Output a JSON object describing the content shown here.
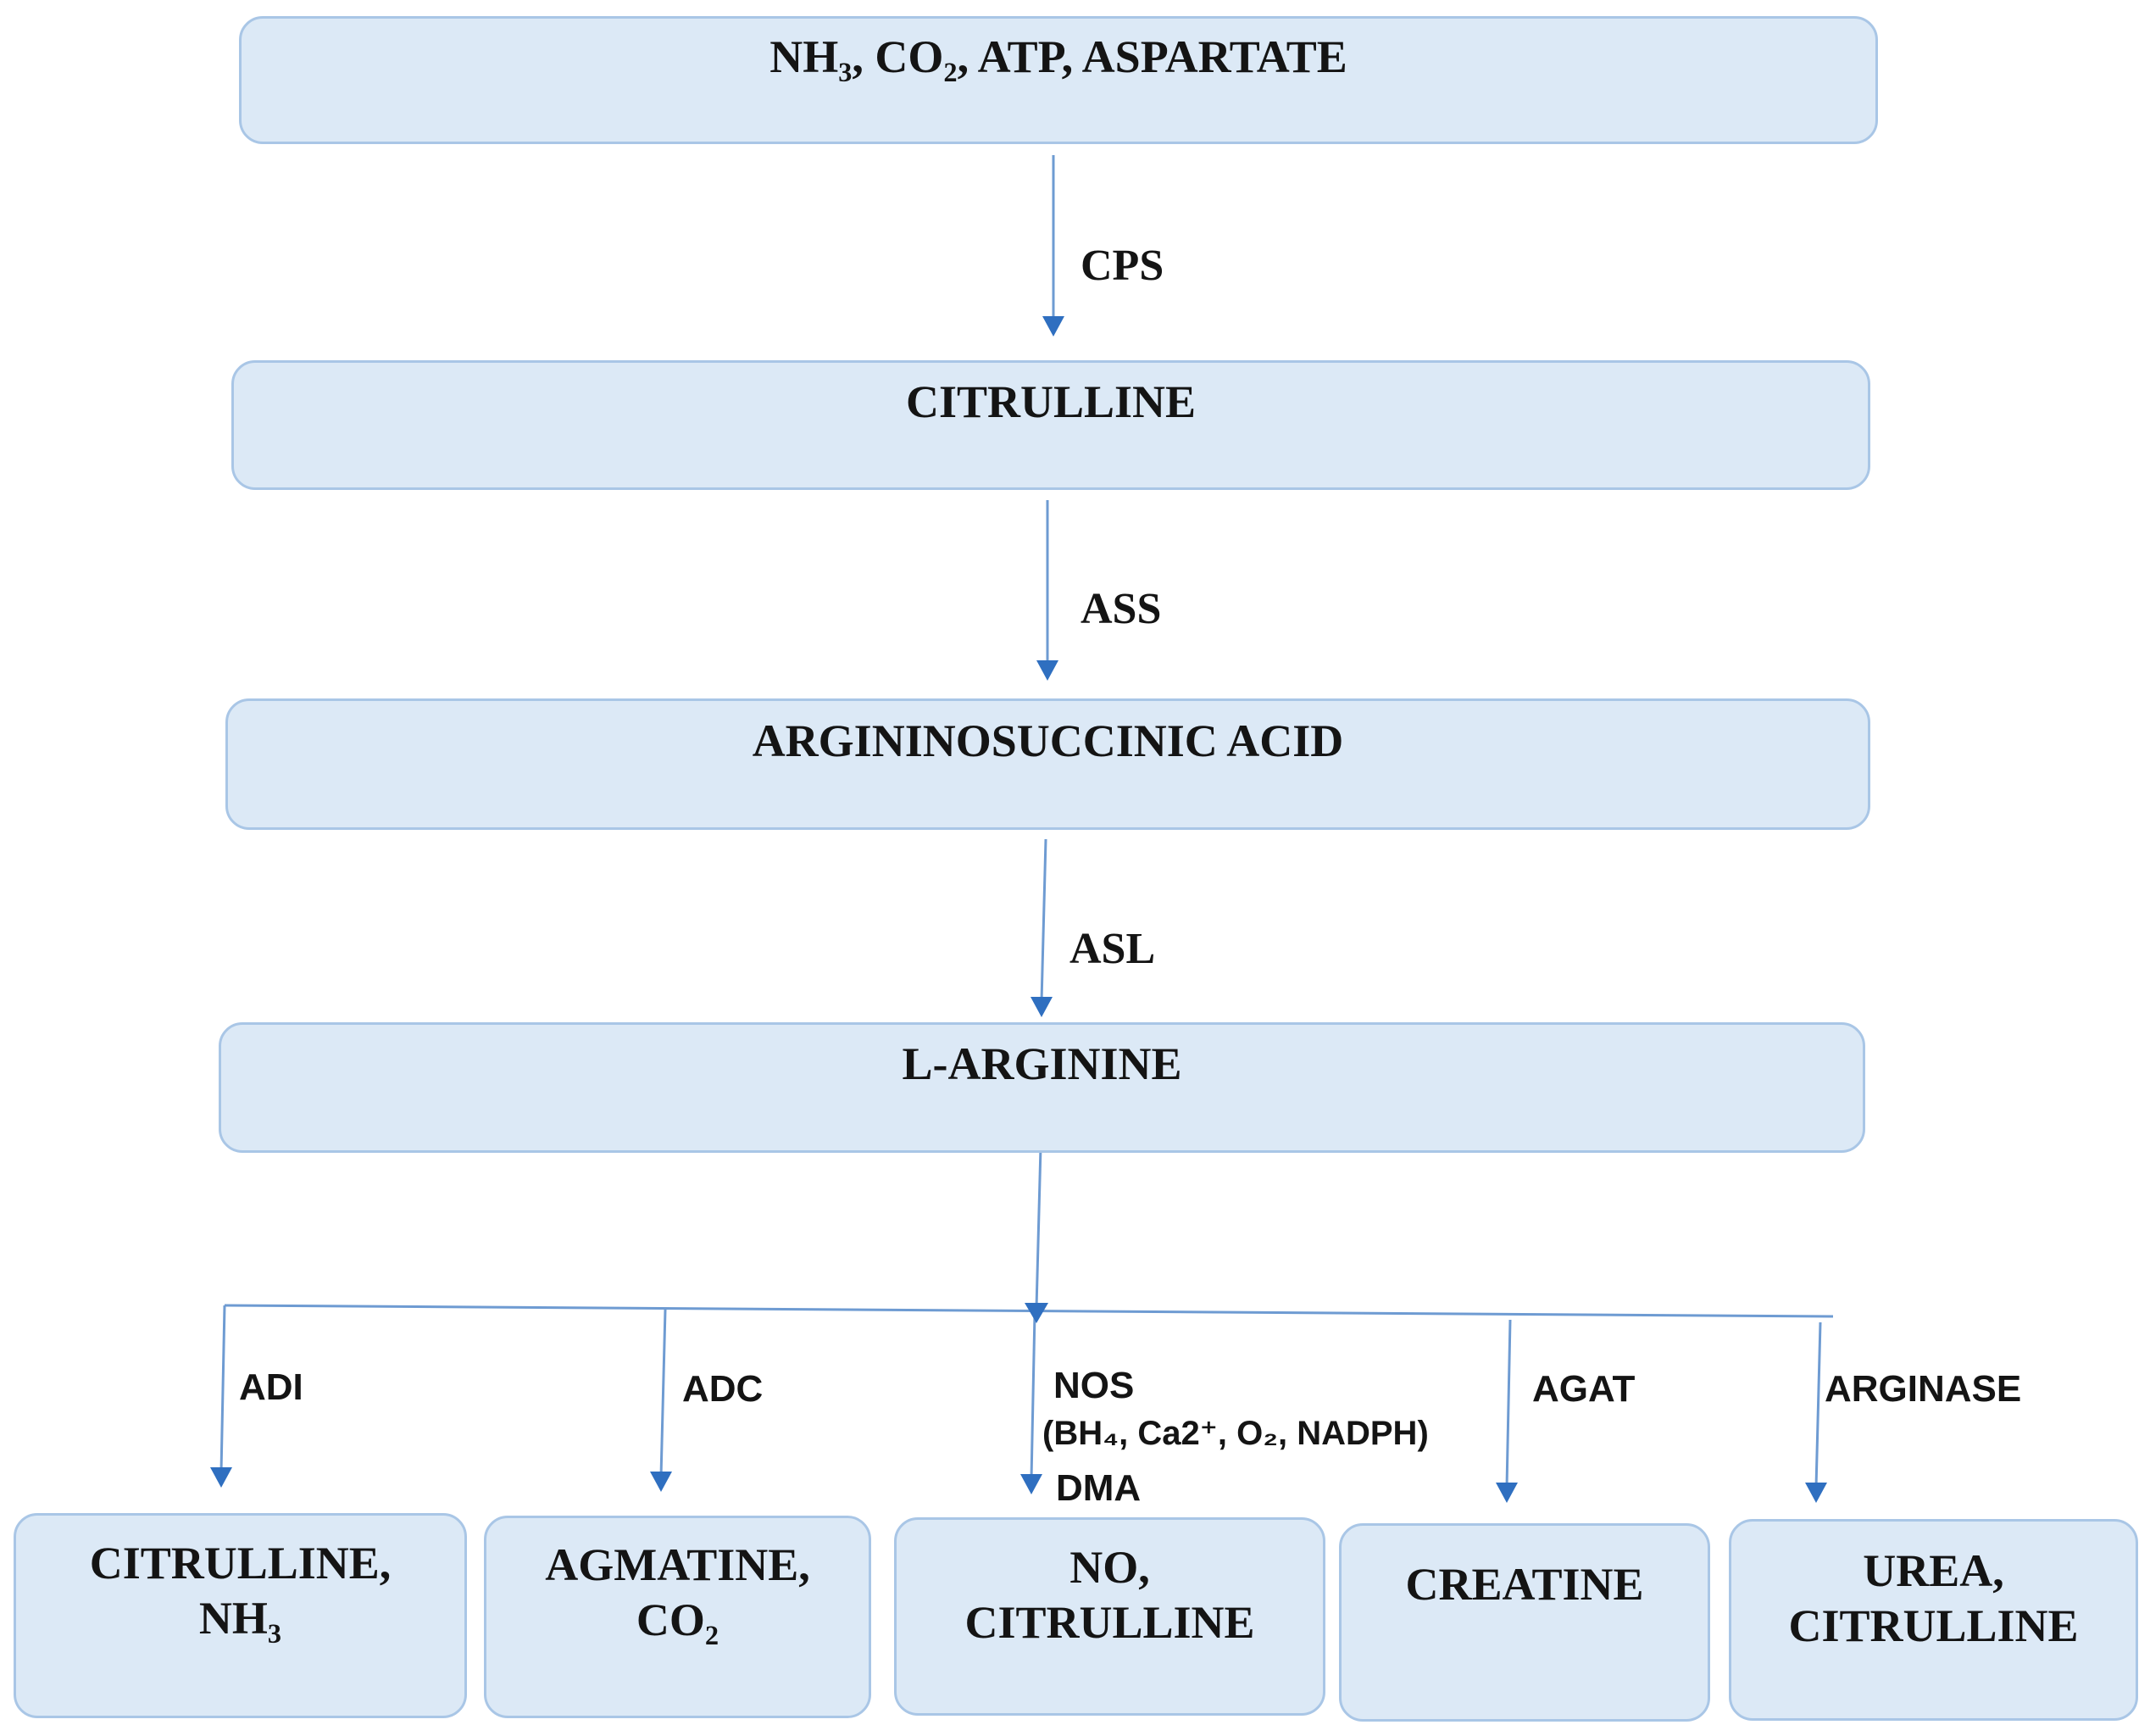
{
  "nodes": {
    "substrates": "NH₃, CO₂, ATP, ASPARTATE",
    "citrulline": "CITRULLINE",
    "argininosuccinic_acid": "ARGININOSUCCINIC ACID",
    "l_arginine": "L-ARGININE",
    "citrulline_nh3": "CITRULLINE,\nNH₃",
    "agmatine_co2": "AGMATINE,\nCO₂",
    "no_citrulline": "NO,\nCITRULLINE",
    "creatine": "CREATINE",
    "urea_citrulline": "UREA,\nCITRULLINE"
  },
  "enzymes": {
    "cps": "CPS",
    "ass": "ASS",
    "asl": "ASL",
    "adi": "ADI",
    "adc": "ADC",
    "nos": "NOS",
    "nos_cofactors": "(BH₄, Ca2⁺, O₂, NADPH)",
    "dma": "DMA",
    "agat": "AGAT",
    "arginase": "ARGINASE"
  },
  "colors": {
    "node_fill": "#dce9f6",
    "node_border": "#a9c6e6",
    "arrow": "#6e9bd2",
    "arrowhead": "#2f6fc0"
  }
}
